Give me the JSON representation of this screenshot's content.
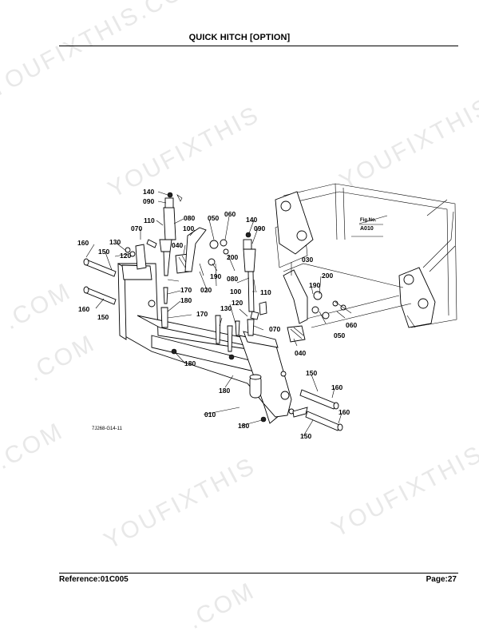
{
  "page": {
    "title": "QUICK HITCH [OPTION]",
    "reference": "Reference:01C005",
    "page_number": "Page:27"
  },
  "watermark": {
    "texts": [
      "YOUFIXTHIS.COM",
      "YOUFIXTHIS",
      "YOUFIXTHIS",
      ".COM",
      ".COM",
      "YOUFIXTHIS",
      "YOUFIXTHIS",
      ".COM",
      ".COM"
    ]
  },
  "diagram": {
    "figure_code": "7J268-G14-11",
    "fig_no_label": "Fig.No.",
    "fig_no_value": "A010",
    "callouts": [
      "140",
      "090",
      "110",
      "080",
      "070",
      "050",
      "060",
      "160",
      "130",
      "120",
      "100",
      "040",
      "150",
      "140",
      "090",
      "200",
      "020",
      "190",
      "080",
      "170",
      "030",
      "180",
      "170",
      "100",
      "110",
      "190",
      "200",
      "160",
      "150",
      "130",
      "120",
      "070",
      "060",
      "050",
      "040",
      "180",
      "150",
      "180",
      "160",
      "010",
      "180",
      "160",
      "150"
    ]
  }
}
